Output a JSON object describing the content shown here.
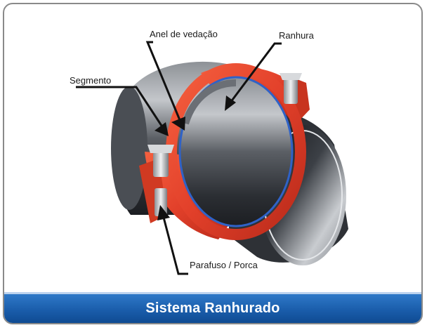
{
  "labels": {
    "anel": "Anel de vedação",
    "ranhura": "Ranhura",
    "segmento": "Segmento",
    "parafuso": "Parafuso / Porca"
  },
  "footer": {
    "title": "Sistema Ranhurado"
  },
  "colors": {
    "coupling": "#e8452c",
    "pipe": "#3a3d42",
    "footer": "#1a5dab"
  }
}
